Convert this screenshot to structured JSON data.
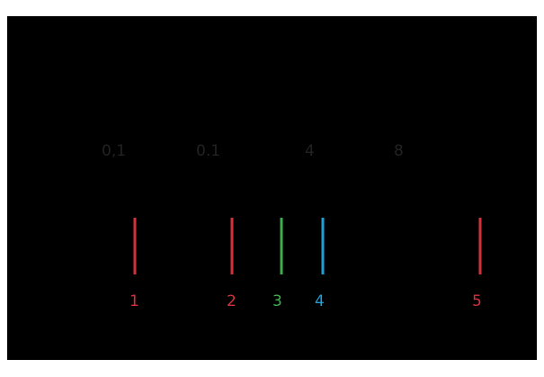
{
  "colors": {
    "frame": "#000000",
    "red_wire": "#d2323c",
    "green_wire": "#3fae4f",
    "blue_wire": "#1e9fd6",
    "capacitor": "#000000"
  },
  "capacitors": [
    {
      "label": "0,1"
    },
    {
      "label": "0.1"
    },
    {
      "label": "4"
    },
    {
      "label": "8"
    }
  ],
  "pins": [
    {
      "label": "1",
      "color": "#d2323c"
    },
    {
      "label": "2",
      "color": "#d2323c"
    },
    {
      "label": "3",
      "color": "#3fae4f"
    },
    {
      "label": "4",
      "color": "#1e9fd6"
    },
    {
      "label": "5",
      "color": "#d2323c"
    }
  ]
}
